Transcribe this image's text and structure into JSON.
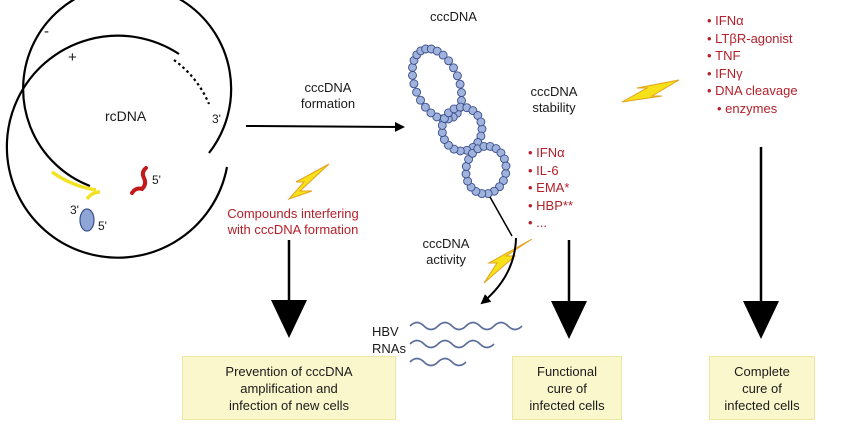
{
  "rcdna": {
    "label": "rcDNA",
    "minus": "-",
    "plus": "+",
    "end3_top": "3'",
    "end5_red": "5'",
    "end3_left": "3'",
    "end5_bottom": "5'"
  },
  "cccdna_title": "cccDNA",
  "formation_label": [
    "cccDNA",
    "formation"
  ],
  "stability_label": [
    "cccDNA",
    "stability"
  ],
  "activity_label": [
    "cccDNA",
    "activity"
  ],
  "compounds_label": [
    "Compounds interfering",
    "with cccDNA formation"
  ],
  "stability_factors": [
    "IFNα",
    "LTβR-agonist",
    "TNF",
    "IFNγ",
    "DNA cleavage",
    "enzymes"
  ],
  "activity_factors": [
    "IFNα",
    "IL-6",
    "EMA*",
    "HBP**",
    "..."
  ],
  "hbv_rnas_label": [
    "HBV",
    "RNAs"
  ],
  "outcomes": [
    [
      "Prevention of cccDNA",
      "amplification and",
      "infection of new cells"
    ],
    [
      "Functional",
      "cure of",
      "infected cells"
    ],
    [
      "Complete",
      "cure of",
      "infected cells"
    ]
  ],
  "colors": {
    "accent_red": "#b3202a",
    "bolt_yellow": "#f7e21a",
    "bolt_outline": "#e3a21a",
    "bead_blue": "#9fb3dc",
    "bead_outline": "#3a4d8c",
    "outcome_box": "#fbf7cc",
    "rna_wave": "#5a6e9c"
  },
  "icons": [
    "lightning-bolt-icon",
    "down-arrow-icon",
    "right-arrow-icon"
  ]
}
